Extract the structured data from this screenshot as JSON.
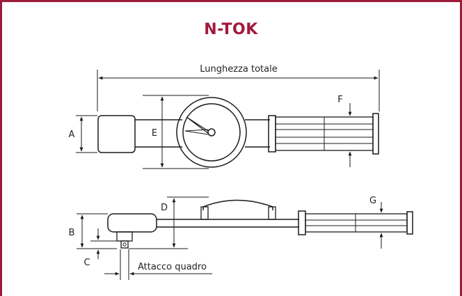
{
  "title": "N-TOK",
  "labels": {
    "total_length": "Lunghezza totale",
    "a": "A",
    "b": "B",
    "c": "C",
    "d": "D",
    "e": "E",
    "f": "F",
    "g": "G",
    "square_drive": "Attacco quadro"
  },
  "colors": {
    "accent": "#9b1b3a",
    "line": "#1a1a1a"
  }
}
